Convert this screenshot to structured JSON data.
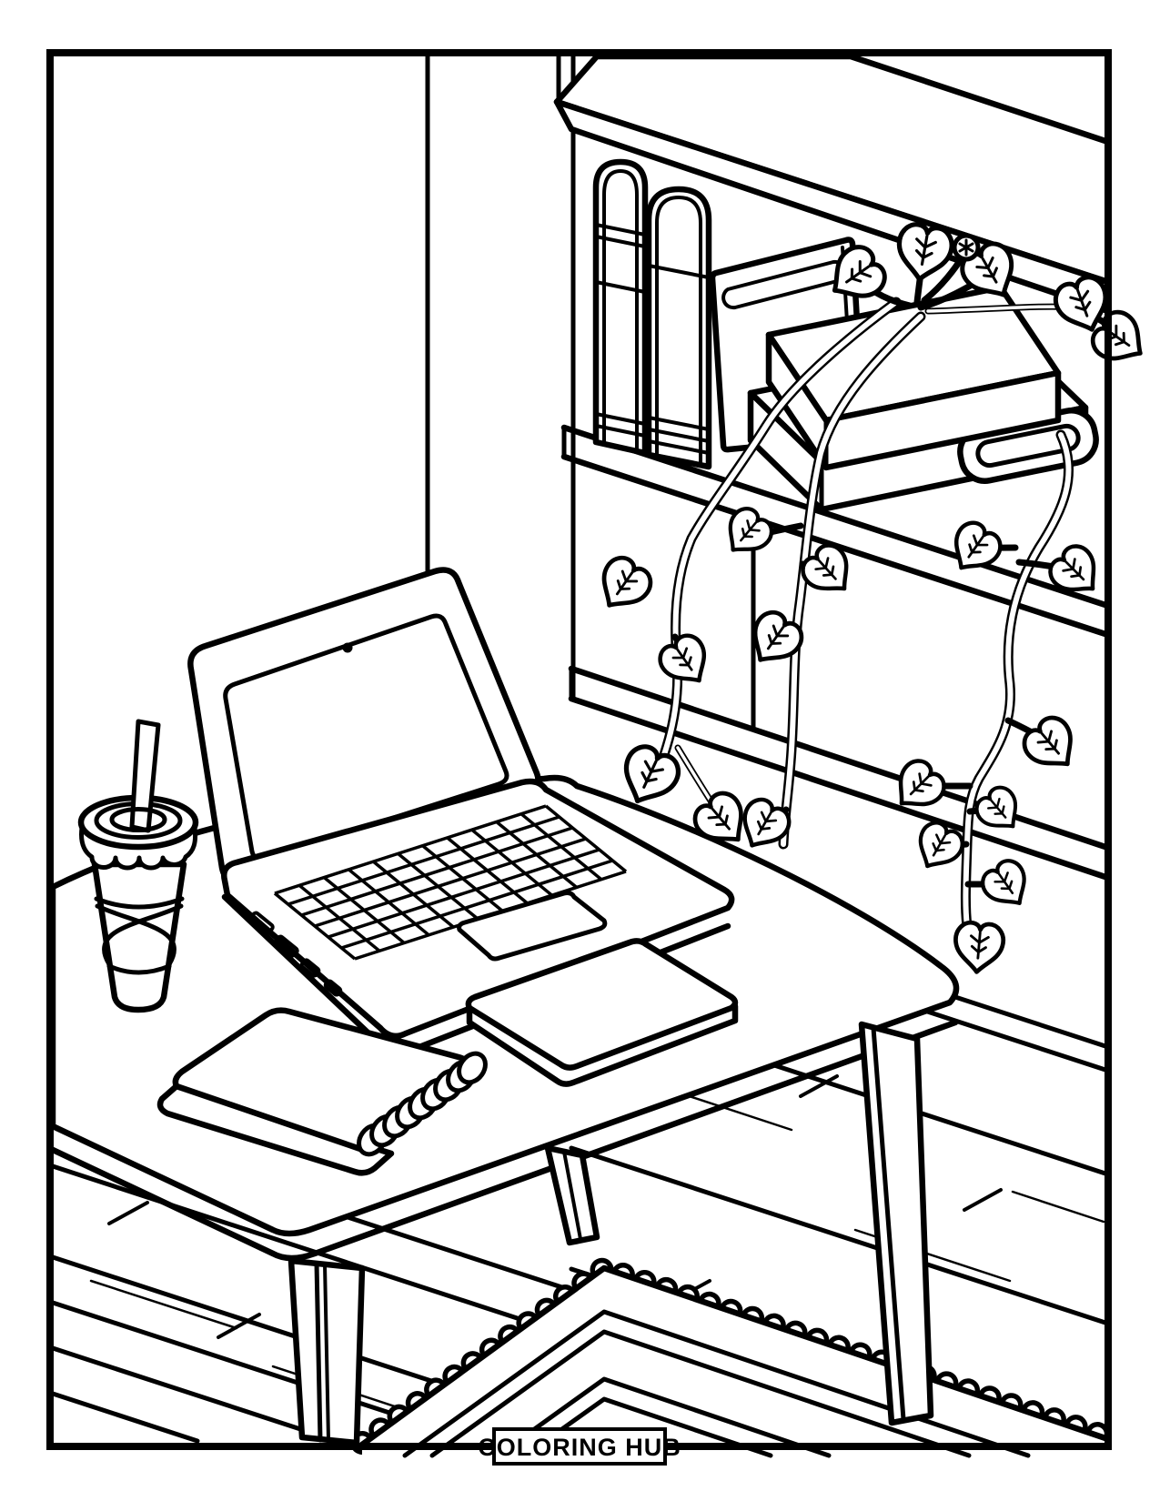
{
  "page": {
    "title": "Printable coloring page - cozy study desk",
    "background_color": "#ffffff",
    "line_color": "#000000"
  },
  "footer": {
    "brand_label": "COLORING HUB"
  },
  "scene": {
    "style": "black outline coloring-book illustration",
    "objects": [
      "page-frame",
      "wall-corner",
      "bookshelf",
      "vertical-books",
      "leaning-book",
      "stacked-books",
      "pothos-vine",
      "desk",
      "laptop",
      "coffee-cup-with-straw",
      "spiral-notebook",
      "closed-flat-book",
      "wood-plank-floor",
      "tasseled-chevron-rug"
    ]
  }
}
